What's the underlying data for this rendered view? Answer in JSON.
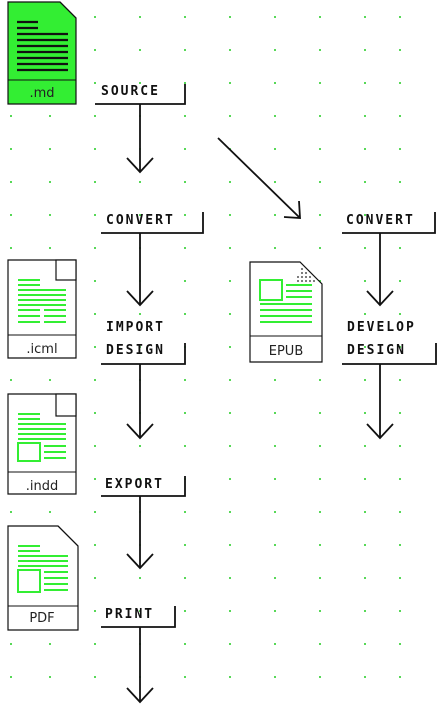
{
  "colors": {
    "accent": "#33ee33",
    "dot": "#22cc22",
    "ink": "#111111"
  },
  "files": {
    "md": ".md",
    "icml": ".icml",
    "epub": "EPUB",
    "indd": ".indd",
    "pdf": "PDF"
  },
  "steps": {
    "source": "SOURCE",
    "convert_left": "CONVERT",
    "convert_right": "CONVERT",
    "import_design": [
      "IMPORT",
      "DESIGN"
    ],
    "develop_design": [
      "DEVELOP",
      "DESIGN"
    ],
    "export": "EXPORT",
    "print": "PRINT"
  }
}
